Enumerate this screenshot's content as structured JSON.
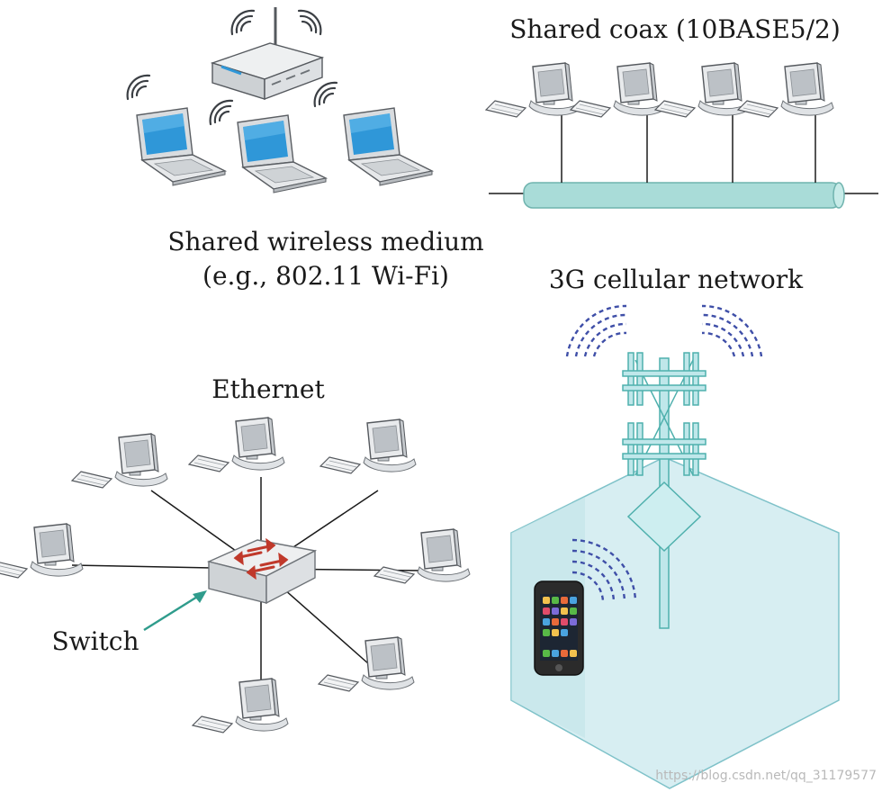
{
  "labels": {
    "wireless_line1": "Shared wireless medium",
    "wireless_line2": "(e.g., 802.11 Wi-Fi)",
    "coax": "Shared coax (10BASE5/2)",
    "cellular": "3G cellular network",
    "ethernet": "Ethernet",
    "switch": "Switch"
  },
  "watermark": "https://blog.csdn.net/qq_31179577",
  "colors": {
    "screen_blue": "#2f97d8",
    "cable_teal": "#a9dcd8",
    "tower_teal": "#bfe7ea",
    "signal_blue": "#3f4fa8",
    "switch_arrow": "#c0392b",
    "pointer_teal": "#2f9c8c"
  }
}
